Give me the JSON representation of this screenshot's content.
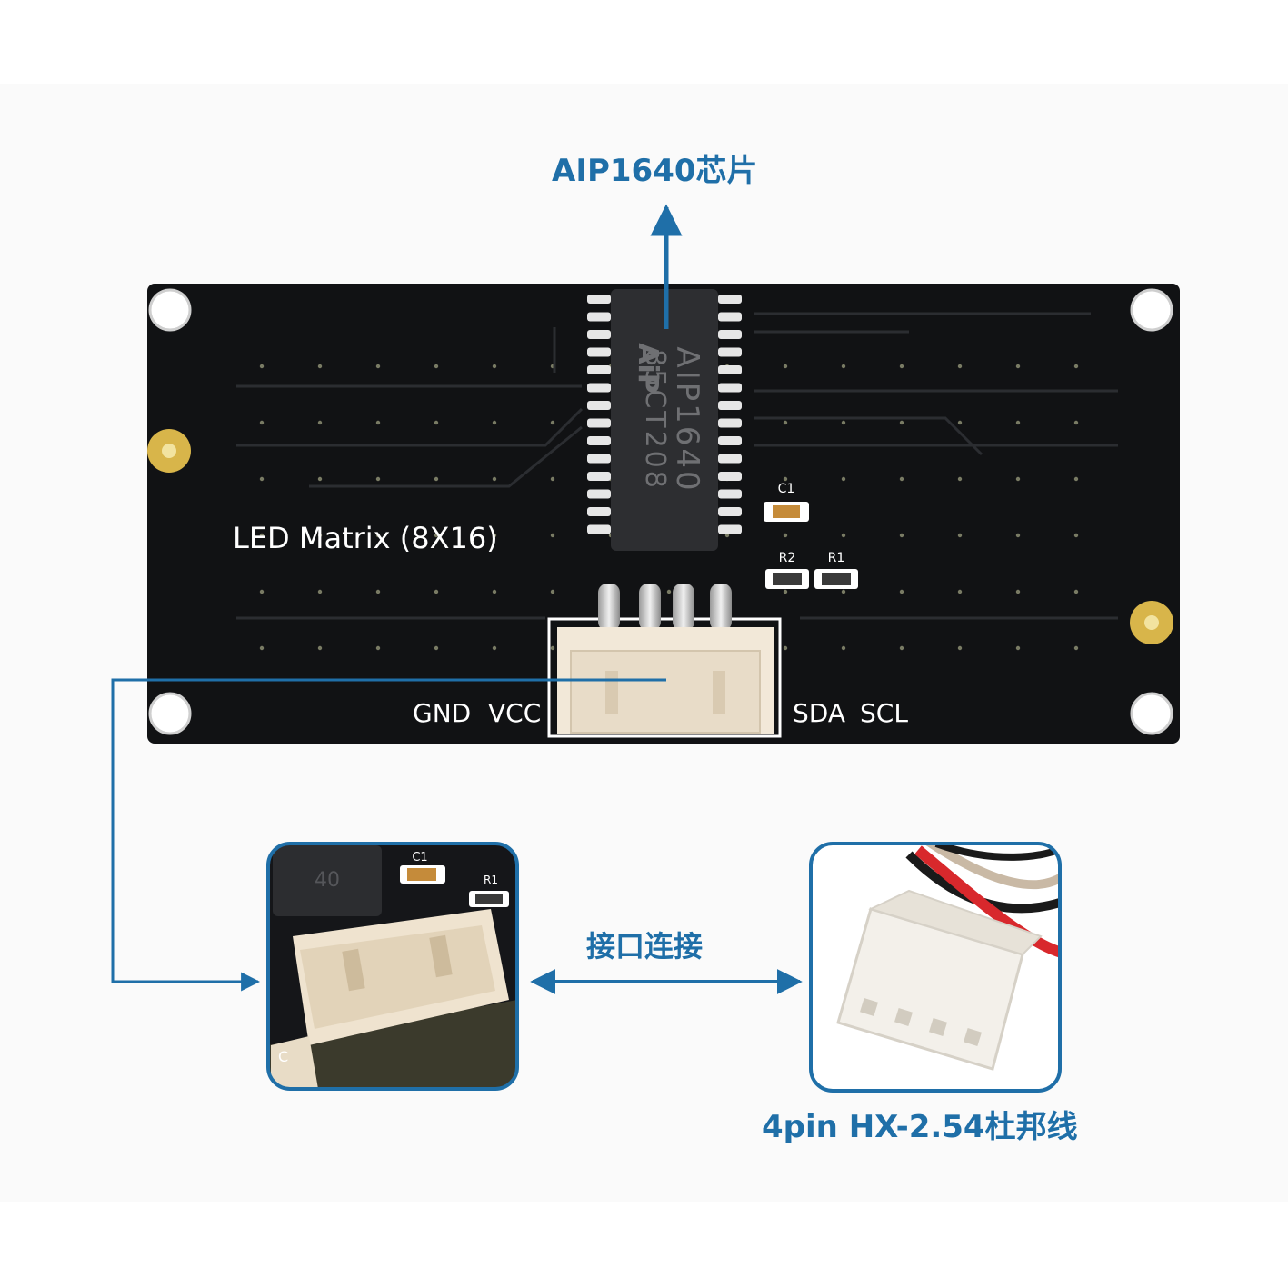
{
  "callouts": {
    "chip": "AIP1640芯片",
    "interface": "接口连接",
    "cable": "4pin HX-2.54杜邦线"
  },
  "board": {
    "title": "LED Matrix (8X16)",
    "chip_marking_line1": "AIP1640",
    "chip_marking_line2": "85CT208",
    "logo": "AiP",
    "pin_labels": [
      "GND",
      "VCC",
      "SDA",
      "SCL"
    ],
    "component_labels": [
      "C1",
      "R2",
      "R1"
    ]
  },
  "inset_left": {
    "silk_labels": [
      "C1",
      "R1",
      "C"
    ]
  },
  "colors": {
    "accent": "#1f6fa8",
    "pcb": "#111214",
    "silkscreen": "#ffffff",
    "connector": "#f2e8d8",
    "wire_red": "#d8282c",
    "wire_black": "#1a1a1a"
  }
}
